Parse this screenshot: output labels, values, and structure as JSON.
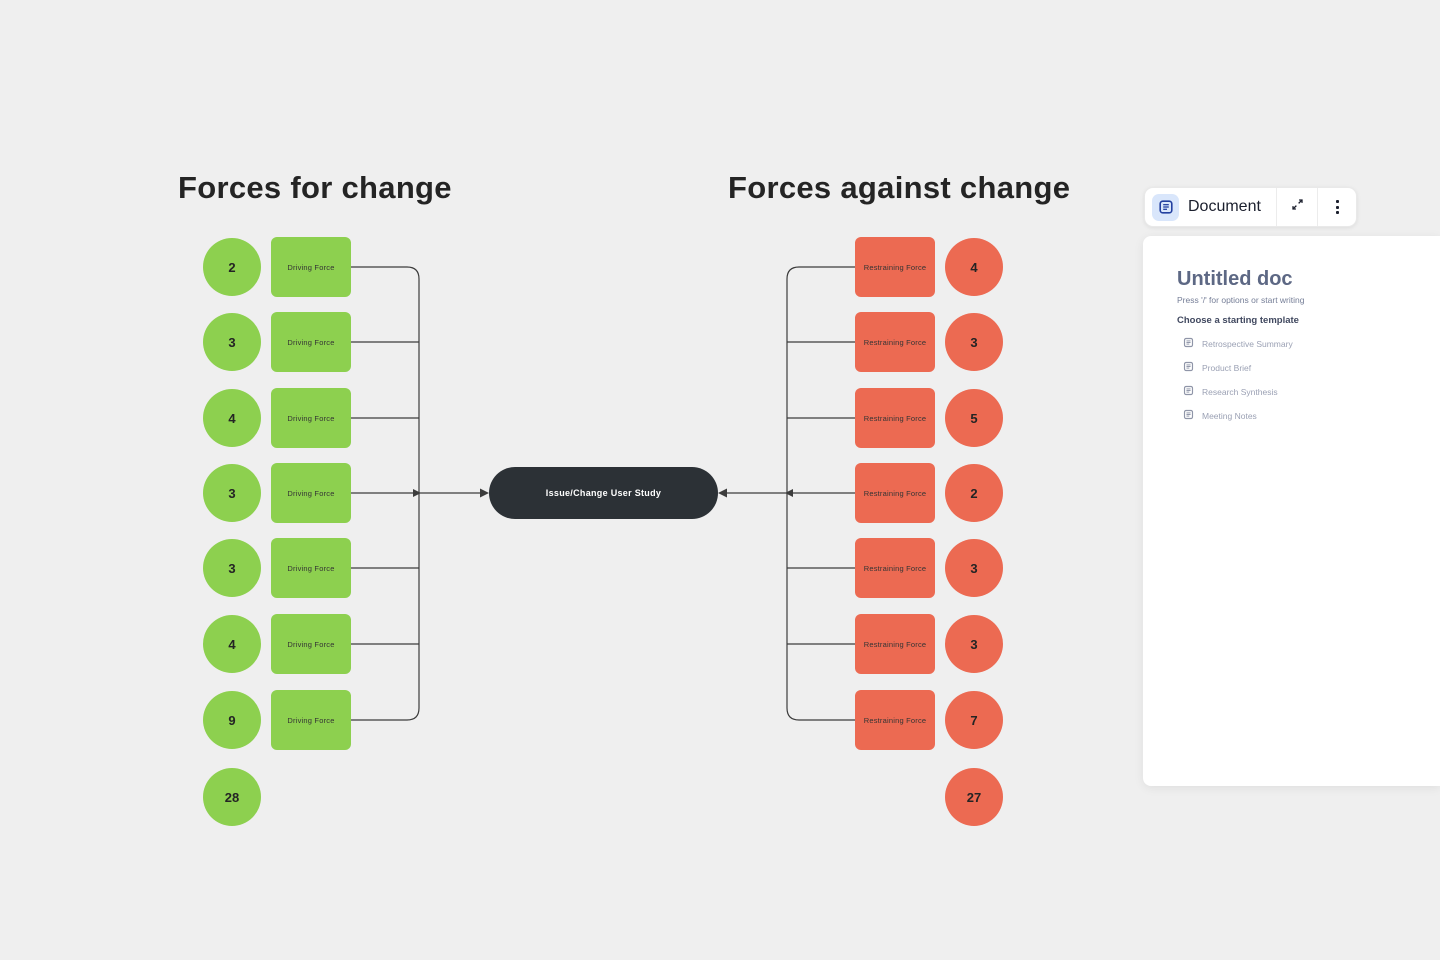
{
  "canvas": {
    "background_color": "#efefef",
    "left": {
      "title": "Forces for change",
      "note_label": "Driving Force",
      "color": "#8dd04f",
      "values": [
        "2",
        "3",
        "4",
        "3",
        "3",
        "4",
        "9"
      ],
      "total": "28"
    },
    "right": {
      "title": "Forces against change",
      "note_label": "Restraining Force",
      "color": "#ec6a52",
      "values": [
        "4",
        "3",
        "5",
        "2",
        "3",
        "3",
        "7"
      ],
      "total": "27"
    },
    "center": {
      "label": "Issue/Change User Study",
      "color": "#2c3136"
    }
  },
  "document_widget": {
    "toolbar": {
      "label": "Document",
      "icons": [
        "document-icon",
        "expand-icon",
        "more-icon"
      ],
      "accent_color": "#2340a0",
      "chip_color": "#d9e6fb"
    },
    "panel": {
      "doc_title": "Untitled doc",
      "placeholder": "Press '/' for options or start writing",
      "templates_heading": "Choose a starting template",
      "templates": [
        {
          "label": "Retrospective Summary"
        },
        {
          "label": "Product Brief"
        },
        {
          "label": "Research Synthesis"
        },
        {
          "label": "Meeting Notes"
        }
      ]
    }
  }
}
